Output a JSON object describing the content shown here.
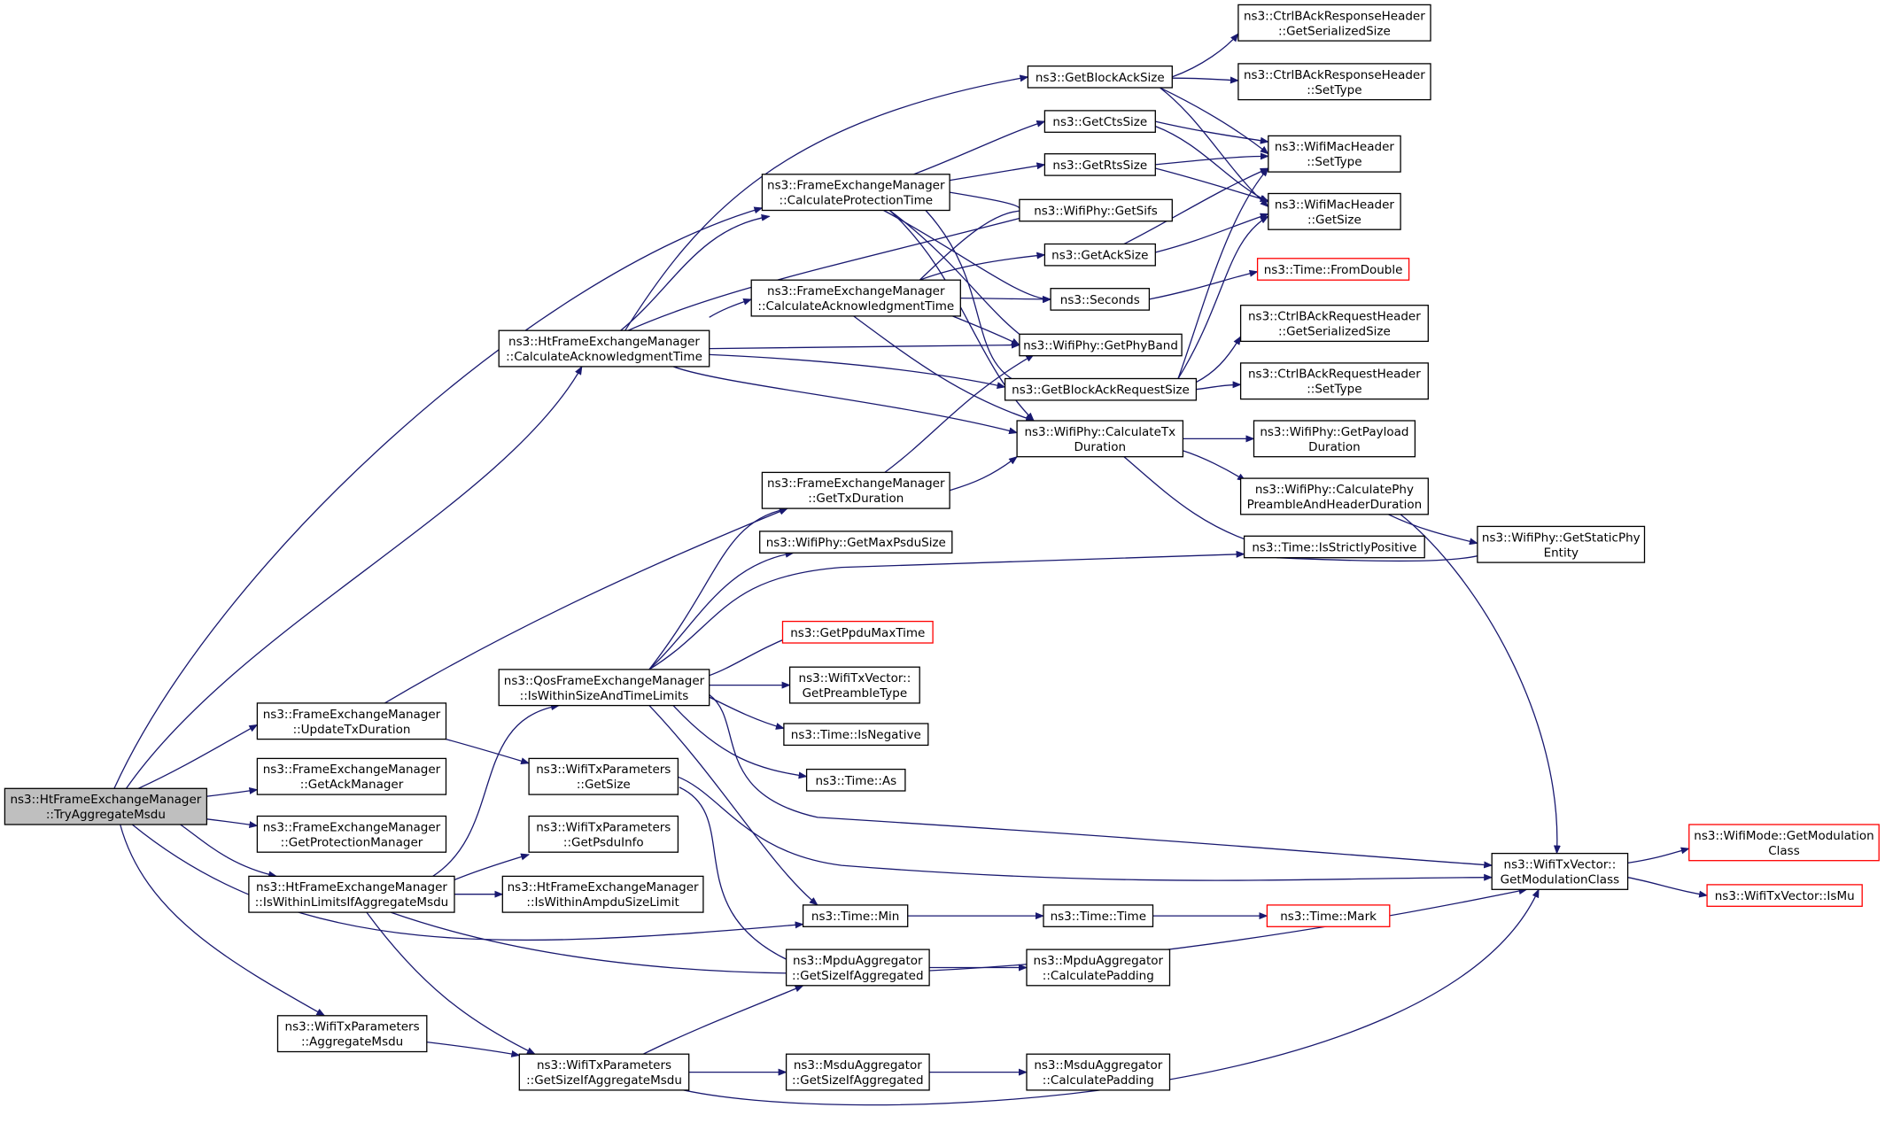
{
  "colors": {
    "edge": "#191970",
    "root_fill": "#bfbfbf",
    "truncated_border": "#ff0000",
    "border": "#000000"
  },
  "nodes": [
    {
      "id": "root",
      "lines": [
        "ns3::HtFrameExchangeManager",
        "::TryAggregateMsdu"
      ],
      "root": true
    },
    {
      "id": "fem_utd",
      "lines": [
        "ns3::FrameExchangeManager",
        "::UpdateTxDuration"
      ]
    },
    {
      "id": "fem_gam",
      "lines": [
        "ns3::FrameExchangeManager",
        "::GetAckManager"
      ]
    },
    {
      "id": "fem_gpm",
      "lines": [
        "ns3::FrameExchangeManager",
        "::GetProtectionManager"
      ]
    },
    {
      "id": "htfem_iwl",
      "lines": [
        "ns3::HtFrameExchangeManager",
        "::IsWithinLimitsIfAggregateMsdu"
      ]
    },
    {
      "id": "wtp_am",
      "lines": [
        "ns3::WifiTxParameters",
        "::AggregateMsdu"
      ]
    },
    {
      "id": "htfem_cat",
      "lines": [
        "ns3::HtFrameExchangeManager",
        "::CalculateAcknowledgmentTime"
      ]
    },
    {
      "id": "qos_iws",
      "lines": [
        "ns3::QosFrameExchangeManager",
        "::IsWithinSizeAndTimeLimits"
      ]
    },
    {
      "id": "wtp_gs",
      "lines": [
        "ns3::WifiTxParameters",
        "::GetSize"
      ]
    },
    {
      "id": "wtp_gpi",
      "lines": [
        "ns3::WifiTxParameters",
        "::GetPsduInfo"
      ]
    },
    {
      "id": "htfem_iwa",
      "lines": [
        "ns3::HtFrameExchangeManager",
        "::IsWithinAmpduSizeLimit"
      ]
    },
    {
      "id": "wtp_gsia",
      "lines": [
        "ns3::WifiTxParameters",
        "::GetSizeIfAggregateMsdu"
      ]
    },
    {
      "id": "fem_cpt",
      "lines": [
        "ns3::FrameExchangeManager",
        "::CalculateProtectionTime"
      ]
    },
    {
      "id": "fem_cat",
      "lines": [
        "ns3::FrameExchangeManager",
        "::CalculateAcknowledgmentTime"
      ]
    },
    {
      "id": "fem_gtd",
      "lines": [
        "ns3::FrameExchangeManager",
        "::GetTxDuration"
      ]
    },
    {
      "id": "phy_gmps",
      "lines": [
        "ns3::WifiPhy::GetMaxPsduSize"
      ]
    },
    {
      "id": "ppdu",
      "lines": [
        "ns3::GetPpduMaxTime"
      ],
      "truncated": true
    },
    {
      "id": "txv_gpt",
      "lines": [
        "ns3::WifiTxVector::",
        "GetPreambleType"
      ]
    },
    {
      "id": "time_neg",
      "lines": [
        "ns3::Time::IsNegative"
      ]
    },
    {
      "id": "time_as",
      "lines": [
        "ns3::Time::As"
      ]
    },
    {
      "id": "time_min",
      "lines": [
        "ns3::Time::Min"
      ]
    },
    {
      "id": "mpdu_gsia",
      "lines": [
        "ns3::MpduAggregator",
        "::GetSizeIfAggregated"
      ]
    },
    {
      "id": "msdu_gsia",
      "lines": [
        "ns3::MsduAggregator",
        "::GetSizeIfAggregated"
      ]
    },
    {
      "id": "gbas",
      "lines": [
        "ns3::GetBlockAckSize"
      ]
    },
    {
      "id": "gcts",
      "lines": [
        "ns3::GetCtsSize"
      ]
    },
    {
      "id": "grts",
      "lines": [
        "ns3::GetRtsSize"
      ]
    },
    {
      "id": "phy_sifs",
      "lines": [
        "ns3::WifiPhy::GetSifs"
      ]
    },
    {
      "id": "gack",
      "lines": [
        "ns3::GetAckSize"
      ]
    },
    {
      "id": "seconds",
      "lines": [
        "ns3::Seconds"
      ]
    },
    {
      "id": "phy_band",
      "lines": [
        "ns3::WifiPhy::GetPhyBand"
      ]
    },
    {
      "id": "gbars",
      "lines": [
        "ns3::GetBlockAckRequestSize"
      ]
    },
    {
      "id": "phy_ctd",
      "lines": [
        "ns3::WifiPhy::CalculateTx",
        "Duration"
      ]
    },
    {
      "id": "time_time",
      "lines": [
        "ns3::Time::Time"
      ]
    },
    {
      "id": "mpdu_cp",
      "lines": [
        "ns3::MpduAggregator",
        "::CalculatePadding"
      ]
    },
    {
      "id": "msdu_cp",
      "lines": [
        "ns3::MsduAggregator",
        "::CalculatePadding"
      ]
    },
    {
      "id": "cbar_gss",
      "lines": [
        "ns3::CtrlBAckResponseHeader",
        "::GetSerializedSize"
      ]
    },
    {
      "id": "cbar_st",
      "lines": [
        "ns3::CtrlBAckResponseHeader",
        "::SetType"
      ]
    },
    {
      "id": "wmh_st",
      "lines": [
        "ns3::WifiMacHeader",
        "::SetType"
      ]
    },
    {
      "id": "wmh_gs",
      "lines": [
        "ns3::WifiMacHeader",
        "::GetSize"
      ]
    },
    {
      "id": "time_fd",
      "lines": [
        "ns3::Time::FromDouble"
      ],
      "truncated": true
    },
    {
      "id": "cbreq_gss",
      "lines": [
        "ns3::CtrlBAckRequestHeader",
        "::GetSerializedSize"
      ]
    },
    {
      "id": "cbreq_st",
      "lines": [
        "ns3::CtrlBAckRequestHeader",
        "::SetType"
      ]
    },
    {
      "id": "phy_gpd",
      "lines": [
        "ns3::WifiPhy::GetPayload",
        "Duration"
      ]
    },
    {
      "id": "phy_cph",
      "lines": [
        "ns3::WifiPhy::CalculatePhy",
        "PreambleAndHeaderDuration"
      ]
    },
    {
      "id": "time_isp",
      "lines": [
        "ns3::Time::IsStrictlyPositive"
      ]
    },
    {
      "id": "time_mark",
      "lines": [
        "ns3::Time::Mark"
      ],
      "truncated": true
    },
    {
      "id": "phy_gspe",
      "lines": [
        "ns3::WifiPhy::GetStaticPhy",
        "Entity"
      ]
    },
    {
      "id": "txv_gmc",
      "lines": [
        "ns3::WifiTxVector::",
        "GetModulationClass"
      ]
    },
    {
      "id": "wm_gmc",
      "lines": [
        "ns3::WifiMode::GetModulation",
        "Class"
      ],
      "truncated": true
    },
    {
      "id": "txv_ismu",
      "lines": [
        "ns3::WifiTxVector::IsMu"
      ],
      "truncated": true
    }
  ]
}
